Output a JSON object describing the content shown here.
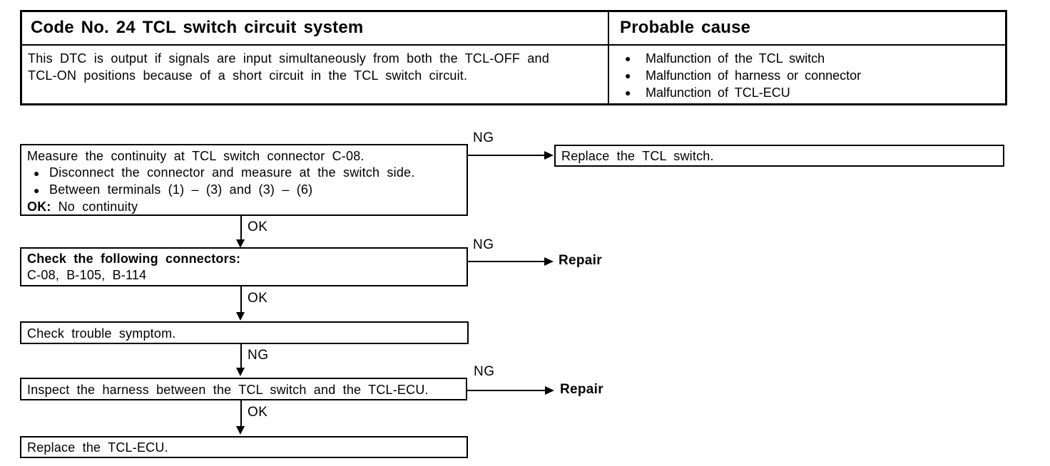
{
  "header_table": {
    "code_title": "Code No. 24 TCL switch circuit system",
    "probable_cause_title": "Probable cause",
    "description_lines": [
      "This DTC is output if signals are input simultaneously from both the TCL-OFF and",
      "TCL-ON positions because of a short circuit in the TCL switch circuit."
    ],
    "probable_causes": [
      "Malfunction of the TCL switch",
      "Malfunction of harness or connector",
      "Malfunction of TCL-ECU"
    ]
  },
  "flowchart": {
    "step1": {
      "title": "Measure the continuity at TCL switch connector C-08.",
      "bullets": [
        "Disconnect the connector and measure at the switch side.",
        "Between terminals (1) – (3) and (3) – (6)"
      ],
      "ok_label": "OK:",
      "ok_text": "No continuity"
    },
    "result_replace_switch": "Replace the TCL switch.",
    "step2": {
      "title": "Check the following connectors:",
      "detail": "C-08, B-105, B-114"
    },
    "step3": "Check trouble symptom.",
    "step4": "Inspect the harness between the TCL switch and the TCL-ECU.",
    "step5": "Replace the TCL-ECU.",
    "repair1": "Repair",
    "repair2": "Repair",
    "branch_labels": {
      "step1_ng": "NG",
      "step1_ok": "OK",
      "step2_ng": "NG",
      "step2_ok": "OK",
      "step3_ng": "NG",
      "step4_ng": "NG",
      "step4_ok": "OK"
    }
  },
  "colors": {
    "ink": "#000000",
    "paper": "#ffffff"
  }
}
